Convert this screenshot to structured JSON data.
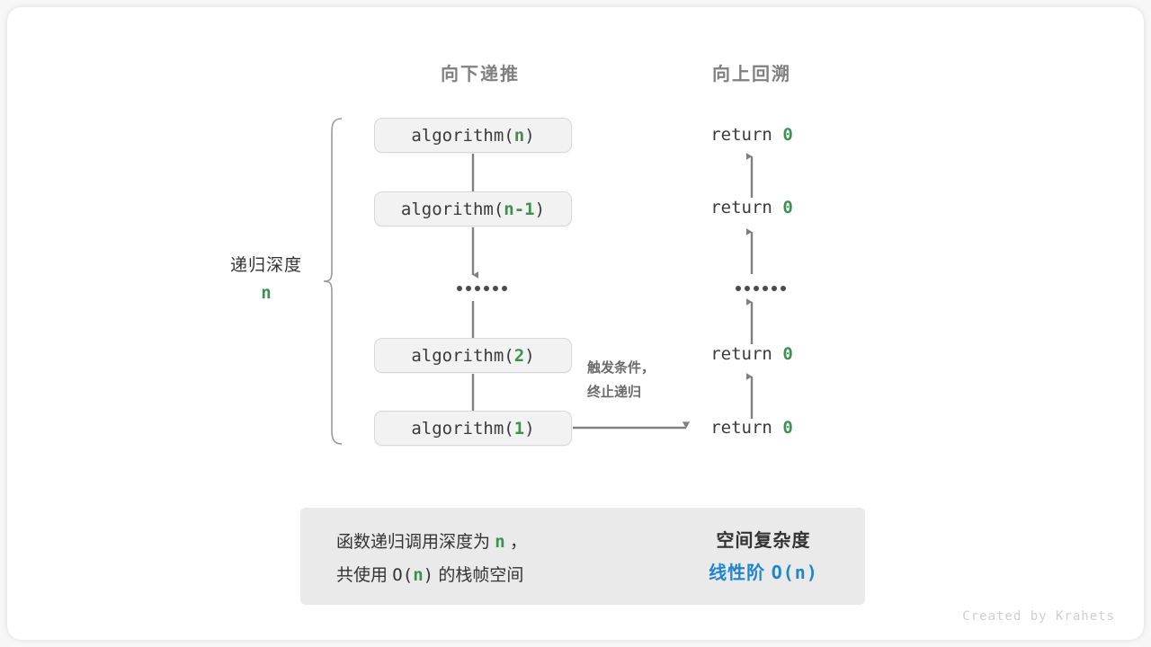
{
  "headers": {
    "left": "向下递推",
    "right": "向上回溯"
  },
  "depth_label": {
    "title": "递归深度",
    "value": "n"
  },
  "call_stack": [
    {
      "prefix": "algorithm(",
      "arg": "n",
      "suffix": ")"
    },
    {
      "prefix": "algorithm(",
      "arg": "n-1",
      "suffix": ")"
    },
    {
      "prefix": "algorithm(",
      "arg": "2",
      "suffix": ")"
    },
    {
      "prefix": "algorithm(",
      "arg": "1",
      "suffix": ")"
    }
  ],
  "returns": [
    {
      "keyword": "return",
      "value": "0"
    },
    {
      "keyword": "return",
      "value": "0"
    },
    {
      "keyword": "return",
      "value": "0"
    },
    {
      "keyword": "return",
      "value": "0"
    }
  ],
  "note": {
    "line1": "触发条件，",
    "line2": "终止递归"
  },
  "summary": {
    "left_line1_a": "函数递归调用深度为",
    "left_line1_n": "n",
    "left_line1_b": "，",
    "left_line2_a": "共使用",
    "left_line2_o": "O(",
    "left_line2_n": "n",
    "left_line2_c": ")",
    "left_line2_b": "的栈帧空间",
    "right_title": "空间复杂度",
    "right_value_cn": "线性阶",
    "right_value_mono": "O(n)"
  },
  "credit": "Created by Krahets",
  "colors": {
    "accent_green": "#3f8f52",
    "accent_blue": "#1e86cf",
    "box_fill": "#f2f2f2",
    "box_border": "#d8d8d8",
    "summary_fill": "#eaeaea",
    "arrow_gray": "#808080",
    "block_arrow_gray": "#c5c5c5",
    "header_gray": "#808080"
  }
}
